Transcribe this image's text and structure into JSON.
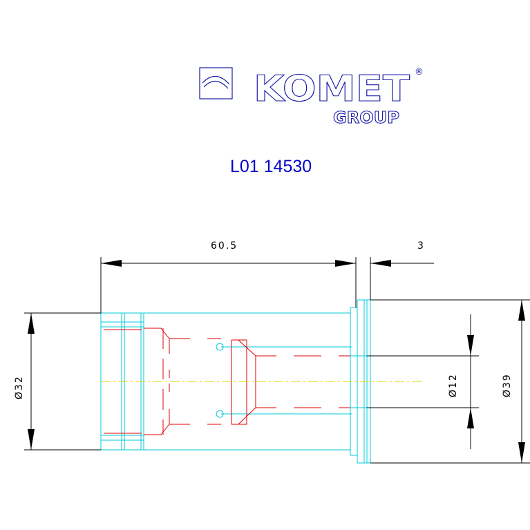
{
  "logo": {
    "brand": "KOMET",
    "registered": "®",
    "group": "GROUP"
  },
  "part_code": "L01 14530",
  "dimensions": {
    "length": "60.5",
    "flange": "3",
    "dia_body": "Ø32",
    "dia_bore": "Ø12",
    "dia_flange": "Ø39"
  },
  "colors": {
    "outline": "#00c8d8",
    "hidden": "#e00000",
    "axis": "#e6d600",
    "dimension": "#000000",
    "logo": "#1a1aa8"
  }
}
